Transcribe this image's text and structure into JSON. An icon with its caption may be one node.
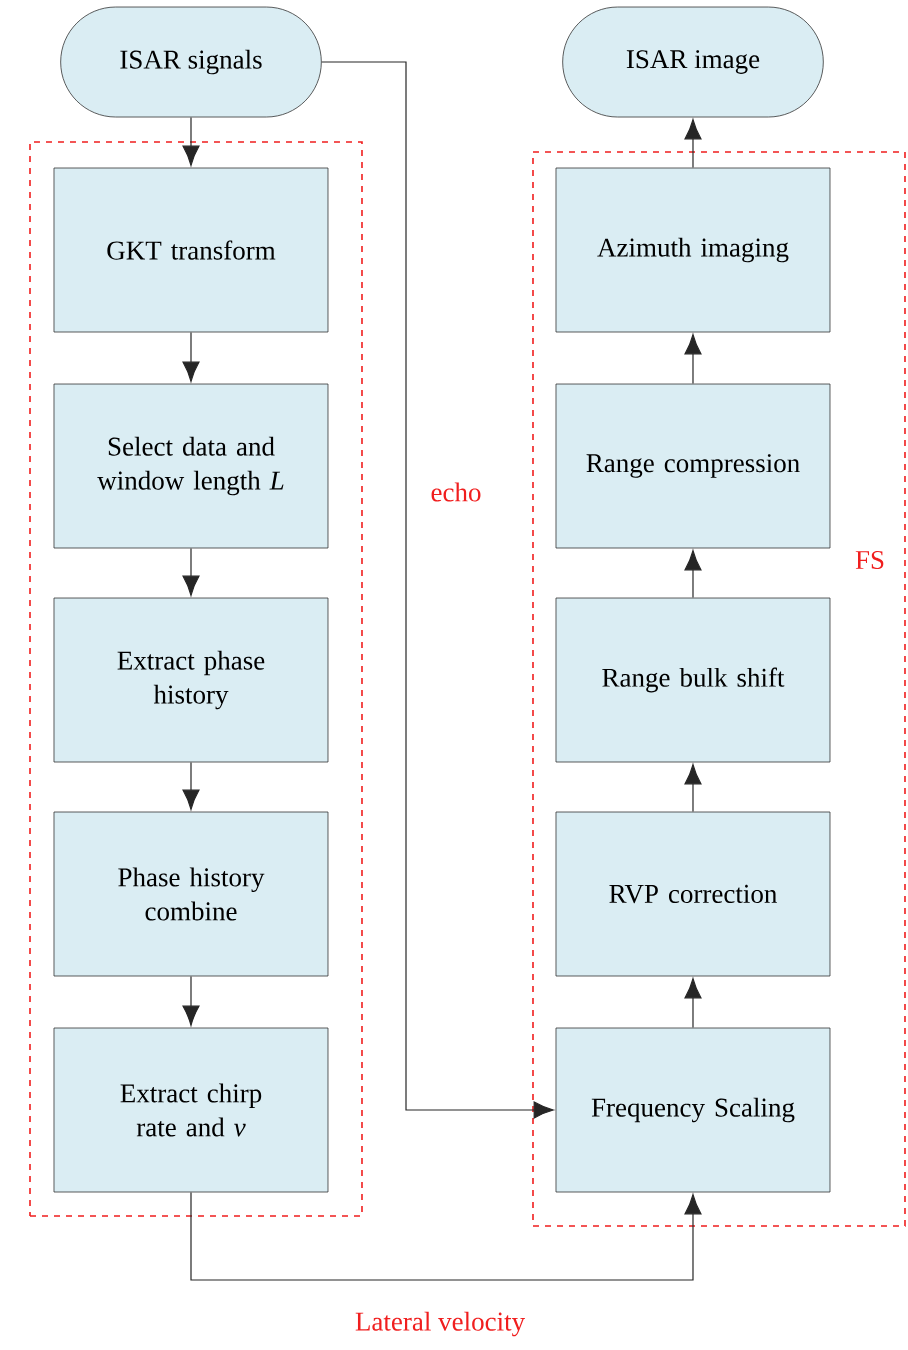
{
  "diagram": {
    "nodes": [
      {
        "text": [
          "ISAR signals"
        ]
      },
      {
        "text": [
          "ISAR image"
        ]
      },
      {
        "text": [],
        "shape": "box"
      },
      {
        "text": [
          "GKT transform"
        ],
        "in": 2
      },
      {
        "text": [
          "Select data and window length *L*"
        ],
        "in": 2
      },
      {
        "text": [
          "Extract phase history"
        ],
        "in": 2
      },
      {
        "text": [
          "Phase history combine"
        ],
        "in": 2
      },
      {
        "text": [
          "Extract chirp rate and *v*"
        ],
        "in": 2
      },
      {
        "text": [
          "FS"
        ]
      },
      {
        "text": [
          "Azimuth imaging"
        ],
        "in": 8
      },
      {
        "text": [
          "Range compression"
        ],
        "in": 8
      },
      {
        "text": [
          "Range bulk shift"
        ],
        "in": 8
      },
      {
        "text": [
          "RVP correction"
        ],
        "in": 8
      },
      {
        "text": [
          "Frequency Scaling"
        ],
        "in": 8
      }
    ],
    "edges": [
      {
        "from": 0,
        "to": 3,
        "arrow": "to"
      },
      {
        "from": 3,
        "to": 4,
        "arrow": "to"
      },
      {
        "from": 4,
        "to": 5,
        "arrow": "to"
      },
      {
        "from": 5,
        "to": 6,
        "arrow": "to"
      },
      {
        "from": 6,
        "to": 7,
        "arrow": "to"
      },
      {
        "from": 0,
        "to": 13,
        "arrow": "to",
        "label": "echo"
      },
      {
        "from": 7,
        "to": 13,
        "arrow": "to",
        "label": "Lateral velocity"
      },
      {
        "from": 13,
        "to": 12,
        "arrow": "to"
      },
      {
        "from": 12,
        "to": 11,
        "arrow": "to"
      },
      {
        "from": 11,
        "to": 10,
        "arrow": "to"
      },
      {
        "from": 10,
        "to": 9,
        "arrow": "to"
      },
      {
        "from": 9,
        "to": 1,
        "arrow": "to"
      }
    ]
  }
}
